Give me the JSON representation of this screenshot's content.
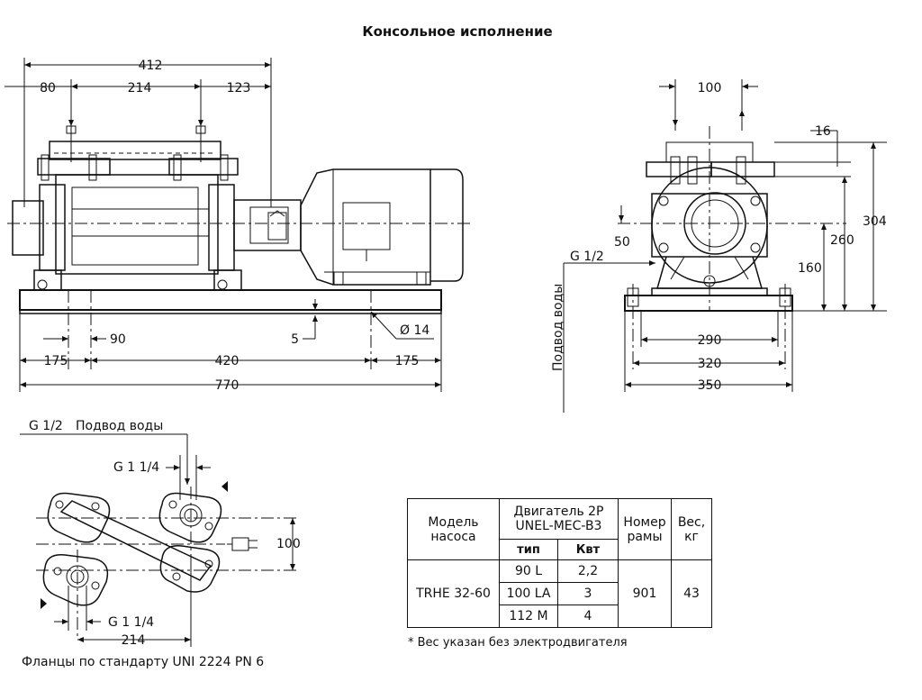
{
  "title": "Консольное исполнение",
  "side_view": {
    "dims": {
      "d412": "412",
      "d80": "80",
      "d214": "214",
      "d123": "123",
      "d90": "90",
      "d5": "5",
      "d14": "Ø 14",
      "d175_left": "175",
      "d420": "420",
      "d175_right": "175",
      "d770": "770"
    }
  },
  "end_view": {
    "dims": {
      "d100": "100",
      "d16": "16",
      "d304": "304",
      "d260": "260",
      "d160": "160",
      "d50": "50",
      "g12": "G 1/2",
      "d290": "290",
      "d320": "320",
      "d350": "350"
    },
    "water_inlet_label": "Подвод воды"
  },
  "top_view": {
    "g12": "G 1/2",
    "water_inlet_label": "Подвод воды",
    "g114_top": "G 1 1/4",
    "g114_bottom": "G 1 1/4",
    "d100": "100",
    "d214": "214",
    "flange_note": "Фланцы по стандарту UNI 2224 PN 6"
  },
  "table": {
    "col_model": "Модель\nнасоса",
    "col_motor_line1": "Двигатель 2P",
    "col_motor_line2": "UNEL-MEC-B3",
    "col_type": "тип",
    "col_kw": "Квт",
    "col_frame": "Номер\nрамы",
    "col_weight": "Вес,\nкг",
    "model": "TRHE 32-60",
    "frame": "901",
    "weight": "43",
    "rows": [
      {
        "type": "90 L",
        "kw": "2,2"
      },
      {
        "type": "100 LA",
        "kw": "3"
      },
      {
        "type": "112 M",
        "kw": "4"
      }
    ],
    "footnote": "* Вес указан без электродвигателя"
  }
}
